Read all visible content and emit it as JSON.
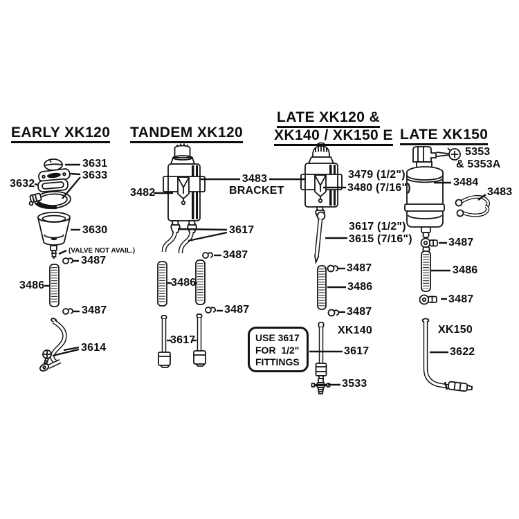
{
  "page": {
    "bg": "#ffffff",
    "ink": "#141414"
  },
  "sections": {
    "early": {
      "title": "EARLY XK120"
    },
    "tandem": {
      "title": "TANDEM XK120"
    },
    "late120": {
      "title_line1": "LATE XK120 &",
      "title_line2": "XK140 / XK150 E"
    },
    "late150": {
      "title": "LATE XK150"
    }
  },
  "labels": {
    "c1_3631": "3631",
    "c1_3633": "3633",
    "c1_3632": "3632",
    "c1_3630": "3630",
    "c1_valve_note": "(VALVE NOT AVAIL.)",
    "c1_3487_top": "3487",
    "c1_3486": "3486",
    "c1_3487_bottom": "3487",
    "c1_3614": "3614",
    "c2_3482": "3482",
    "c2_3617_top": "3617",
    "c2_3487_top": "3487",
    "c2_3486": "3486",
    "c2_3487_bottom": "3487",
    "c2_3617_bottom": "3617",
    "bracket_3483_num": "3483",
    "bracket_3483_word": "BRACKET",
    "c3_3479": "3479 (1/2\")",
    "c3_3480": "3480 (7/16\")",
    "c3_3617_size": "3617 (1/2\")",
    "c3_3615_size": "3615 (7/16\")",
    "c3_3487_top": "3487",
    "c3_3486": "3486",
    "c3_3487_bottom": "3487",
    "c3_xk140": "XK140",
    "c3_3617_pipe": "3617",
    "c3_3533": "3533",
    "c4_5353": "5353",
    "c4_5353a": "& 5353A",
    "c4_3484": "3484",
    "c4_3483": "3483",
    "c4_3487_top": "3487",
    "c4_3486": "3486",
    "c4_3487_bottom": "3487",
    "c4_xk150": "XK150",
    "c4_3622": "3622"
  },
  "note_box": {
    "line1": "USE 3617",
    "line2": "FOR  1/2\"",
    "line3": "FITTINGS"
  }
}
